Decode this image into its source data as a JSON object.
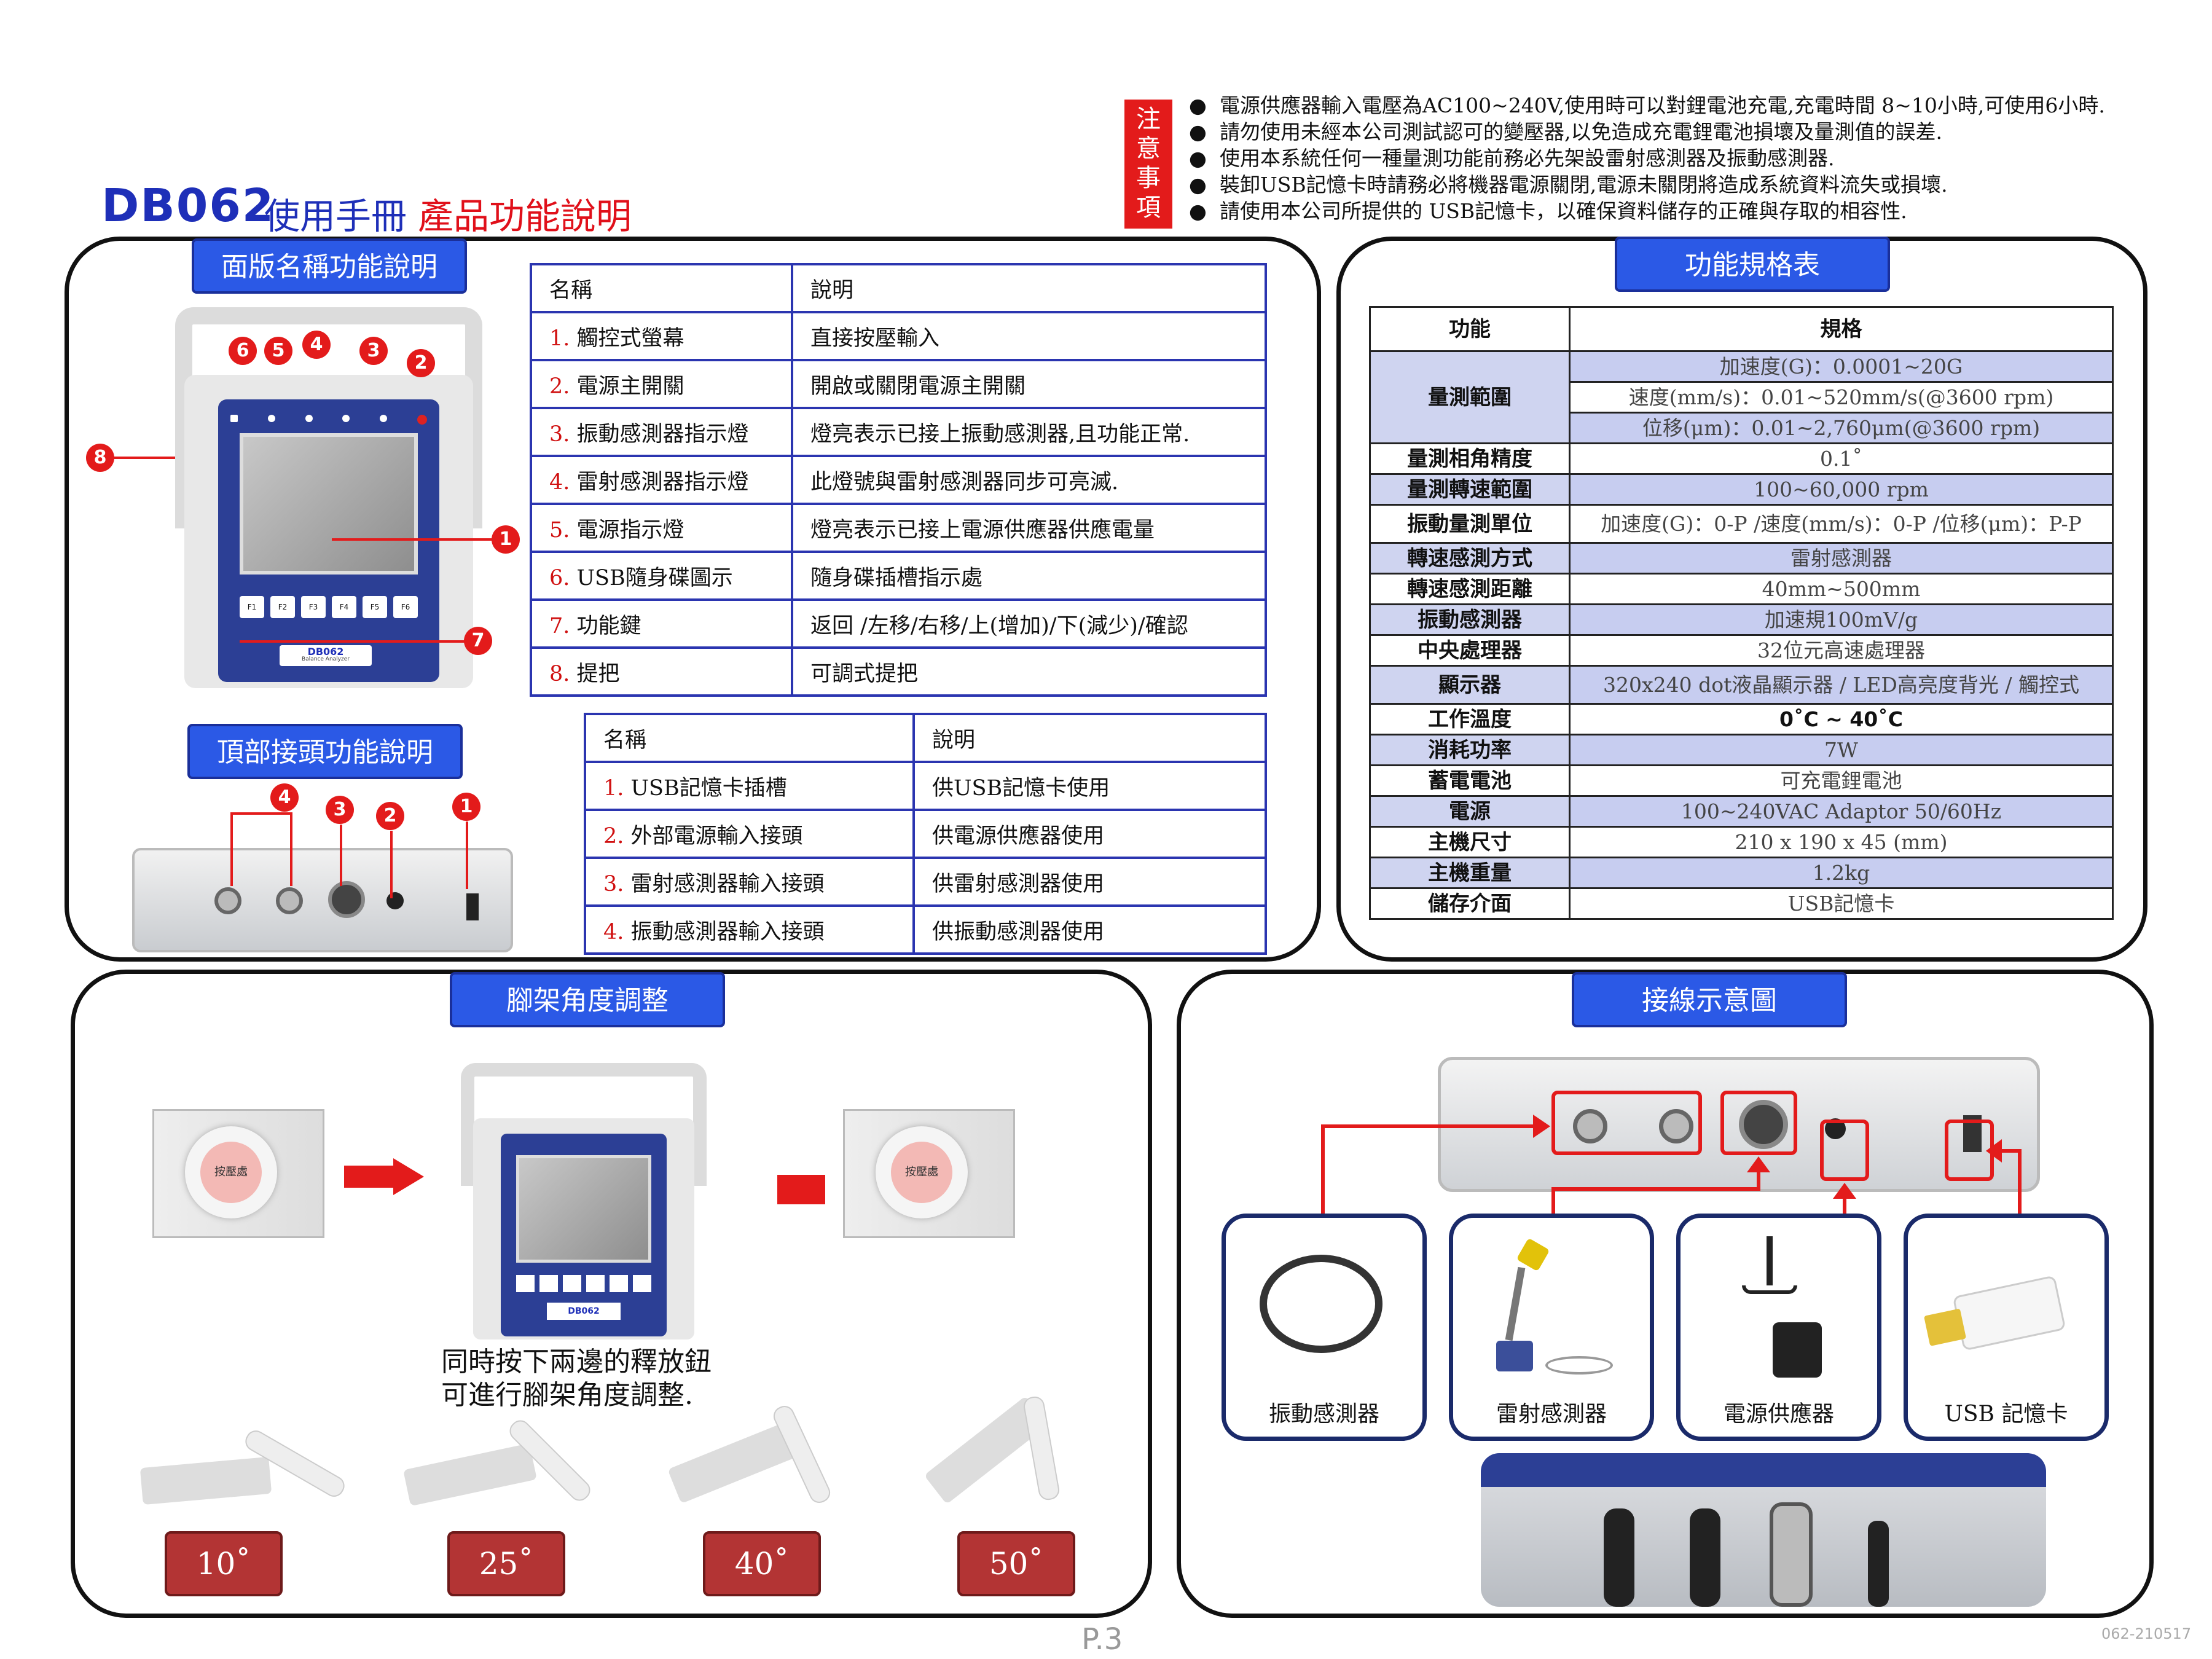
{
  "header": {
    "model": "DB062",
    "manual": "使用手冊",
    "section": "產品功能說明"
  },
  "notice": {
    "label": "注意事項",
    "items": [
      "電源供應器輸入電壓為AC100~240V,使用時可以對鋰電池充電,充電時間 8~10小時,可使用6小時.",
      "請勿使用未經本公司測試認可的變壓器,以免造成充電鋰電池損壞及量測值的誤差.",
      "使用本系統任何一種量測功能前務必先架設雷射感測器及振動感測器.",
      "裝卸USB記憶卡時請務必將機器電源關閉,電源未關閉將造成系統資料流失或損壞.",
      "請使用本公司所提供的 USB記憶卡，以確保資料儲存的正確與存取的相容性."
    ]
  },
  "panel_functions": {
    "title": "面版名稱功能說明",
    "header": [
      "名稱",
      "說明"
    ],
    "rows": [
      {
        "num": "1.",
        "name": "觸控式螢幕",
        "desc": "直接按壓輸入"
      },
      {
        "num": "2.",
        "name": "電源主開關",
        "desc": "開啟或關閉電源主開關"
      },
      {
        "num": "3.",
        "name": "振動感測器指示燈",
        "desc": "燈亮表示已接上振動感測器,且功能正常."
      },
      {
        "num": "4.",
        "name": "雷射感測器指示燈",
        "desc": "此燈號與雷射感測器同步可亮滅."
      },
      {
        "num": "5.",
        "name": "電源指示燈",
        "desc": "燈亮表示已接上電源供應器供應電量"
      },
      {
        "num": "6.",
        "name": "USB隨身碟圖示",
        "desc": "隨身碟插槽指示處"
      },
      {
        "num": "7.",
        "name": "功能鍵",
        "desc": "返回 /左移/右移/上(增加)/下(減少)/確認"
      },
      {
        "num": "8.",
        "name": "提把",
        "desc": "可調式提把"
      }
    ],
    "device_brand": "DB062",
    "device_sub": "Balance Analyzer",
    "keys": [
      "F1",
      "F2",
      "F3",
      "F4",
      "F5",
      "F6"
    ],
    "callouts": [
      "6",
      "5",
      "4",
      "3",
      "2",
      "8",
      "1",
      "7"
    ]
  },
  "top_connectors": {
    "title": "頂部接頭功能說明",
    "header": [
      "名稱",
      "說明"
    ],
    "rows": [
      {
        "num": "1.",
        "name": "USB記憶卡插槽",
        "desc": "供USB記憶卡使用"
      },
      {
        "num": "2.",
        "name": "外部電源輸入接頭",
        "desc": "供電源供應器使用"
      },
      {
        "num": "3.",
        "name": "雷射感測器輸入接頭",
        "desc": "供雷射感測器使用"
      },
      {
        "num": "4.",
        "name": "振動感測器輸入接頭",
        "desc": "供振動感測器使用"
      }
    ],
    "callouts": [
      "4",
      "3",
      "2",
      "1"
    ]
  },
  "specs": {
    "title": "功能規格表",
    "header": [
      "功能",
      "規格"
    ],
    "range_label": "量測範圍",
    "range_values": [
      "加速度(G)：0.0001~20G",
      "速度(mm/s)：0.01~520mm/s(@3600 rpm)",
      "位移(μm)：0.01~2,760μm(@3600 rpm)"
    ],
    "rows": [
      {
        "k": "量測相角精度",
        "v": "0.1˚"
      },
      {
        "k": "量測轉速範圍",
        "v": "100~60,000 rpm"
      },
      {
        "k": "振動量測單位",
        "v": "加速度(G)：0-P /速度(mm/s)：0-P /位移(μm)：P-P"
      },
      {
        "k": "轉速感測方式",
        "v": "雷射感測器"
      },
      {
        "k": "轉速感測距離",
        "v": "40mm~500mm"
      },
      {
        "k": "振動感測器",
        "v": "加速規100mV/g"
      },
      {
        "k": "中央處理器",
        "v": "32位元高速處理器"
      },
      {
        "k": "顯示器",
        "v": "320x240 dot液晶顯示器 / LED高亮度背光 / 觸控式"
      },
      {
        "k": "工作溫度",
        "v": "0˚C ~ 40˚C"
      },
      {
        "k": "消耗功率",
        "v": "7W"
      },
      {
        "k": "蓄電電池",
        "v": "可充電鋰電池"
      },
      {
        "k": "電源",
        "v": "100~240VAC Adaptor 50/60Hz"
      },
      {
        "k": "主機尺寸",
        "v": "210 x 190 x 45 (mm)"
      },
      {
        "k": "主機重量",
        "v": "1.2kg"
      },
      {
        "k": "儲存介面",
        "v": "USB記憶卡"
      }
    ]
  },
  "stand": {
    "title": "腳架角度調整",
    "press_label": "按壓處",
    "instruction_line1": "同時按下兩邊的釋放鈕",
    "instruction_line2": "可進行腳架角度調整.",
    "angles": [
      "10˚",
      "25˚",
      "40˚",
      "50˚"
    ]
  },
  "wiring": {
    "title": "接線示意圖",
    "items": [
      "振動感測器",
      "雷射感測器",
      "電源供應器",
      "USB 記憶卡"
    ]
  },
  "footer": {
    "page": "P.3",
    "code": "062-210517"
  },
  "colors": {
    "title_blue": "#1e2fb8",
    "accent_red": "#e31b1b",
    "tag_blue": "#2b59e6",
    "spec_shade": "#c7cdf0"
  }
}
